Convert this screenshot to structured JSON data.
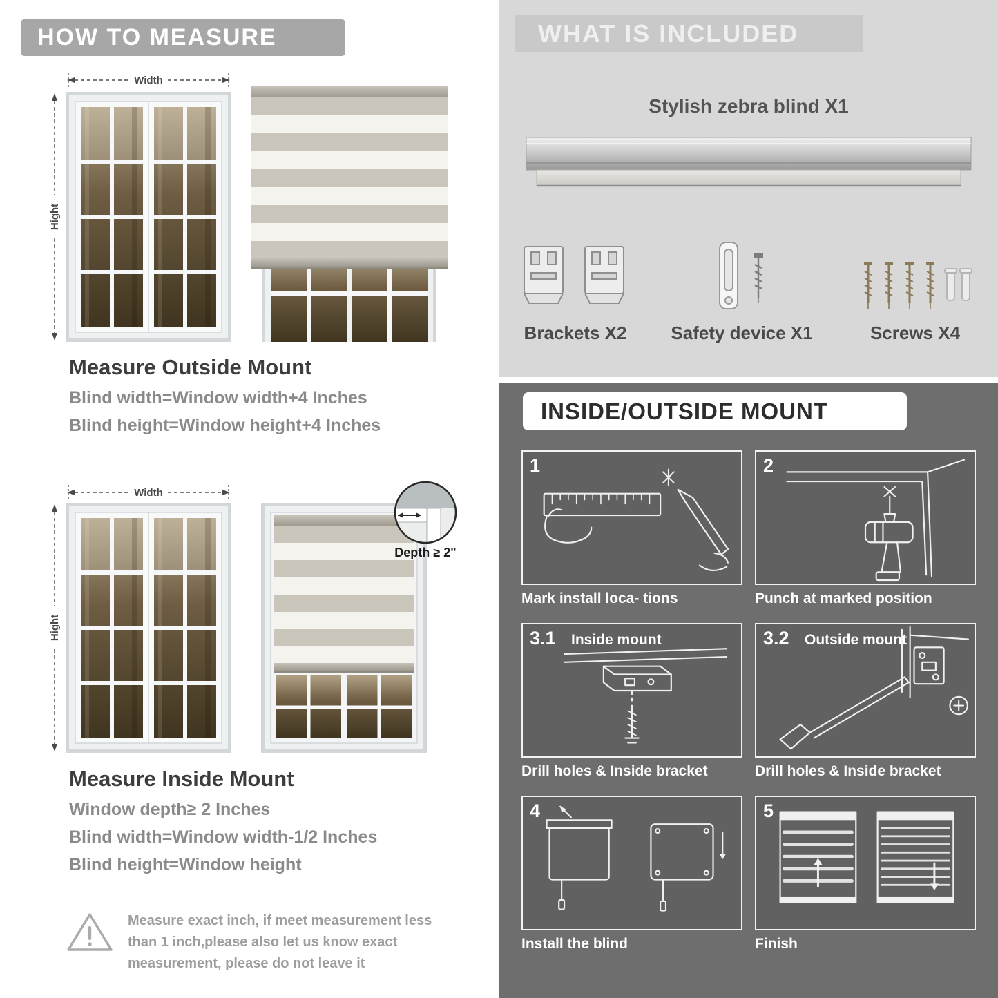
{
  "colors": {
    "left_band_bg": "#a7a7a7",
    "panel_light_bg": "#d8d8d8",
    "included_band_bg": "#c9c9c9",
    "panel_dark_bg": "#6e6e6e",
    "step_box_bg": "#616161",
    "heading_dark": "#3d3d3d",
    "body_gray": "#8a8a8a"
  },
  "how_to_measure": {
    "header": "HOW TO MEASURE",
    "outside": {
      "width_label": "Width",
      "height_label": "Hight",
      "title": "Measure Outside Mount",
      "lines": [
        "Blind width=Window width+4 Inches",
        "Blind height=Window height+4 Inches"
      ]
    },
    "inside": {
      "width_label": "Width",
      "height_label": "Hight",
      "depth_label": "Depth ≥ 2\"",
      "title": "Measure Inside Mount",
      "lines": [
        "Window depth≥ 2 Inches",
        "Blind width=Window width-1/2 Inches",
        "Blind height=Window height"
      ]
    },
    "note": "Measure exact inch, if meet measurement less than 1 inch,please also let us know exact measurement, please do not leave it"
  },
  "included": {
    "header": "WHAT IS INCLUDED",
    "product_label": "Stylish zebra blind X1",
    "items": [
      {
        "name": "brackets",
        "label": "Brackets X2"
      },
      {
        "name": "safety-device",
        "label": "Safety device X1"
      },
      {
        "name": "screws",
        "label": "Screws X4"
      }
    ]
  },
  "mount_guide": {
    "header": "INSIDE/OUTSIDE MOUNT",
    "steps": [
      {
        "num": "1",
        "title": "",
        "caption": "Mark install loca- tions"
      },
      {
        "num": "2",
        "title": "",
        "caption": "Punch at marked position"
      },
      {
        "num": "3.1",
        "title": "Inside mount",
        "caption": "Drill holes & Inside bracket"
      },
      {
        "num": "3.2",
        "title": "Outside mount",
        "caption": "Drill holes & Inside bracket"
      },
      {
        "num": "4",
        "title": "",
        "caption": "Install the blind"
      },
      {
        "num": "5",
        "title": "",
        "caption": "Finish"
      }
    ]
  }
}
